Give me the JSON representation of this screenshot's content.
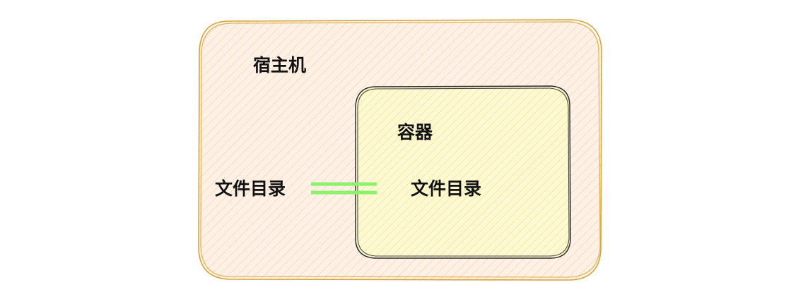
{
  "diagram": {
    "host": {
      "label": "宿主机",
      "fill": "#fdf1e6",
      "hatch": "#f7d9bd",
      "stroke": "#d4a43a"
    },
    "container": {
      "label": "容器",
      "fill": "#fbf8d2",
      "hatch": "#f3ec8e",
      "stroke": "#2e2e2e"
    },
    "host_dir": {
      "label": "文件目录"
    },
    "container_dir": {
      "label": "文件目录"
    },
    "mount_link": {
      "kind": "double-line",
      "color": "#8ef06c"
    }
  }
}
